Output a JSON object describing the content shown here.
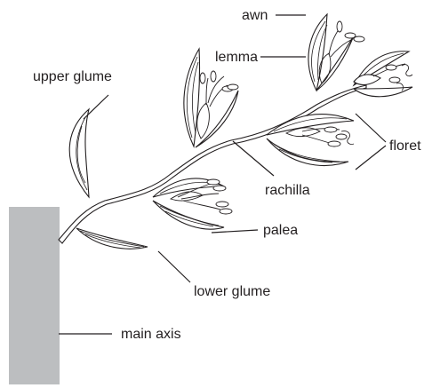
{
  "labels": {
    "awn": "awn",
    "lemma": "lemma",
    "upper_glume": "upper glume",
    "floret": "floret",
    "rachilla": "rachilla",
    "palea": "palea",
    "lower_glume": "lower glume",
    "main_axis": "main axis"
  },
  "colors": {
    "ink": "#231f20",
    "axis_fill": "#bcbec0",
    "background": "#ffffff"
  }
}
